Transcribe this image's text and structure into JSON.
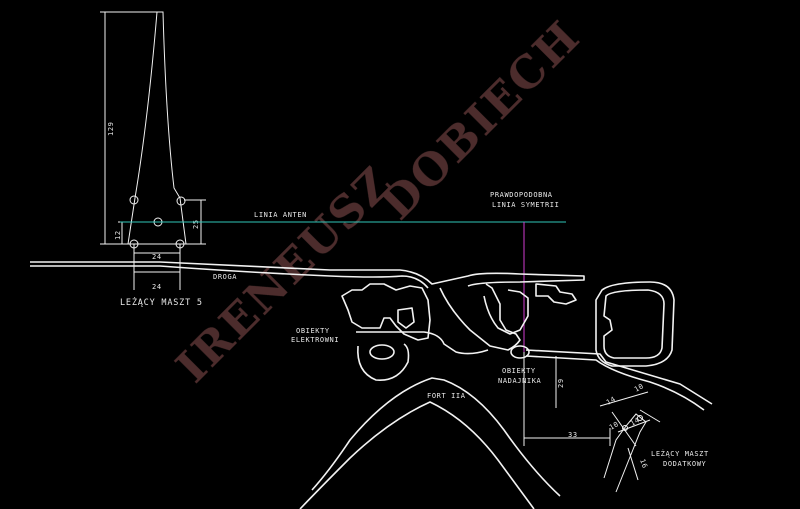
{
  "colors": {
    "background": "#000000",
    "lines": "#f2f2f2",
    "antenna_line": "#2fc6b8",
    "symmetry_line": "#d03cd0",
    "watermark": "#5a3535"
  },
  "labels": {
    "lezacy_maszt_5": "LEŻĄCY MASZT 5",
    "droga": "DROGA",
    "linia_anten": "LINIA ANTEN",
    "symmetry_line_1": "PRAWDOPODOBNA",
    "symmetry_line_2": "LINIA SYMETRII",
    "obiekty_elektrowni_1": "OBIEKTY",
    "obiekty_elektrowni_2": "ELEKTROWNI",
    "obiekty_nadajnika_1": "OBIEKTY",
    "obiekty_nadajnika_2": "NADAJNIKA",
    "fort": "FORT IIA",
    "lezacy_maszt_dodatkowy_1": "LEŻĄCY MASZT",
    "lezacy_maszt_dodatkowy_2": "DODATKOWY"
  },
  "dimensions": {
    "mast_height": "129",
    "mast_vertical": "25",
    "mast_small": "12",
    "mast_width_upper": "24",
    "mast_width_lower": "24",
    "transmitter_vertical": "29",
    "transmitter_horizontal": "33",
    "extra_mast_a": "14",
    "extra_mast_b": "10",
    "extra_mast_c": "14",
    "extra_mast_d": "10",
    "extra_mast_e": "16"
  },
  "watermark": {
    "line1": "IRENEUSZ",
    "line2": "DOBIECH"
  }
}
